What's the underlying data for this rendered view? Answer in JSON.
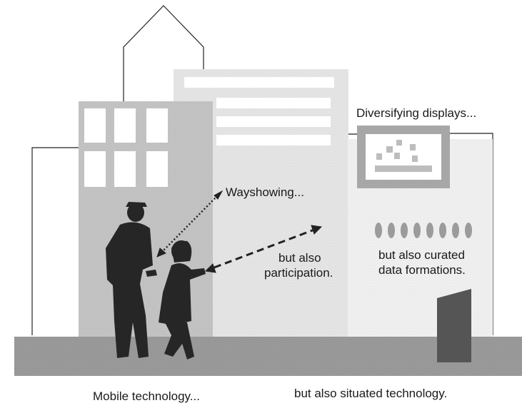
{
  "labels": {
    "diversifying": "Diversifying displays...",
    "wayshowing": "Wayshowing...",
    "participation_line1": "but also",
    "participation_line2": "participation.",
    "curated_line1": "but also curated",
    "curated_line2": "data formations.",
    "mobile": "Mobile technology...",
    "situated": "but also situated technology."
  },
  "colors": {
    "ground": "#9a9a9a",
    "left_building": "#c4c4c4",
    "center_building": "#e6e6e6",
    "right_building": "#f1f1f1",
    "window": "#ffffff",
    "silhouette": "#262626",
    "kiosk": "#555555",
    "ellipse": "#9b9b9b"
  }
}
